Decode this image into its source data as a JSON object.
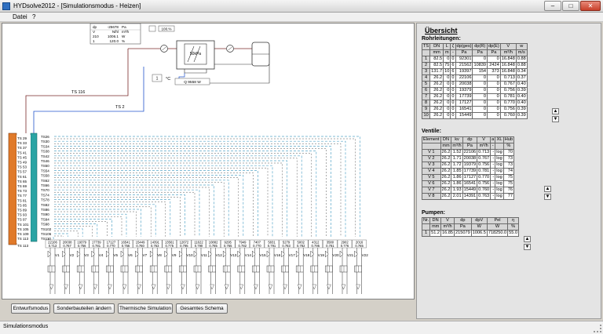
{
  "window": {
    "title": "HYDsolve2012 - [Simulationsmodus - Heizen]",
    "minimize": "–",
    "maximize": "□",
    "close": "✕"
  },
  "menu": {
    "datei": "Datei",
    "help": "?"
  },
  "app_icon": "hydsolve-app-icon",
  "diagram": {
    "pump_info": {
      "row1": [
        "dp",
        "-25678",
        "Pa"
      ],
      "row2": [
        "V",
        "N/hl",
        "m³/h"
      ],
      "row3": [
        "210",
        "1006.1",
        "W"
      ],
      "row4": [
        "1",
        "120.0",
        "%"
      ],
      "badge": "100.%"
    },
    "valve_label": "50kPa",
    "boiler_q": "Q  9558  W",
    "temp_ctrl": "1",
    "temp_unit": "°C",
    "ts_main": "TS 116",
    "ts_2": "TS 2",
    "ts_left": [
      "TS 29",
      "TS 33",
      "TS 37",
      "TS 41",
      "TS 45",
      "TS 49",
      "TS 53",
      "TS 57",
      "TS 61",
      "TS 65",
      "TS 69",
      "TS 73",
      "TS 77",
      "TS 81",
      "TS 85",
      "TS 89",
      "TS 93",
      "TS 97",
      "TS 101",
      "TS 105",
      "TS 109",
      "TS 113"
    ],
    "ts_branch": [
      "TS26",
      "TS30",
      "TS34",
      "TS38",
      "TS42",
      "TS46",
      "TS50",
      "TS54",
      "TS58",
      "TS62",
      "TS66",
      "TS70",
      "TS74",
      "TS78",
      "TS82",
      "TS86",
      "TS90",
      "TS94",
      "TS98",
      "TS102",
      "TS106",
      "TS110"
    ],
    "circuits": [
      {
        "id": "V1",
        "flow": "22106",
        "dp": "0.713"
      },
      {
        "id": "V2",
        "flow": "20038",
        "dp": "0.767"
      },
      {
        "id": "V3",
        "flow": "19379",
        "dp": "0.756"
      },
      {
        "id": "V4",
        "flow": "17739",
        "dp": "0.781"
      },
      {
        "id": "V5",
        "flow": "17127",
        "dp": "0.770"
      },
      {
        "id": "V6",
        "flow": "16541",
        "dp": "0.756"
      },
      {
        "id": "V7",
        "flow": "15449",
        "dp": "0.760"
      },
      {
        "id": "V8",
        "flow": "14391",
        "dp": "0.763"
      },
      {
        "id": "V9",
        "flow": "13561",
        "dp": "0.775"
      },
      {
        "id": "V10",
        "flow": "12672",
        "dp": "0.795"
      },
      {
        "id": "V11",
        "flow": "11622",
        "dp": "0.790"
      },
      {
        "id": "V12",
        "flow": "10882",
        "dp": "0.785"
      },
      {
        "id": "V13",
        "flow": "9295",
        "dp": "0.765"
      },
      {
        "id": "V14",
        "flow": "7949",
        "dp": "0.782"
      },
      {
        "id": "V15",
        "flow": "7407",
        "dp": "0.770"
      },
      {
        "id": "V16",
        "flow": "5831",
        "dp": "0.791"
      },
      {
        "id": "V17",
        "flow": "5279",
        "dp": "0.783"
      },
      {
        "id": "V18",
        "flow": "5002",
        "dp": "0.782"
      },
      {
        "id": "V19",
        "flow": "4312",
        "dp": "0.795"
      },
      {
        "id": "V20",
        "flow": "3580",
        "dp": "0.781"
      },
      {
        "id": "V21",
        "flow": "2902",
        "dp": "0.776"
      },
      {
        "id": "V22",
        "flow": "2016",
        "dp": "0.765"
      }
    ]
  },
  "overview": {
    "title": "Übersicht",
    "pipes": {
      "title": "Rohrleitungen:",
      "headers": [
        "TS",
        "DN",
        "L",
        "ζ",
        "dp(ges)",
        "dp(R)",
        "dp(E)",
        "V",
        "w"
      ],
      "units": [
        "",
        "mm",
        "m",
        "-",
        "Pa",
        "Pa",
        "Pa",
        "m³/h",
        "m/s"
      ],
      "rows": [
        [
          "1",
          "82.5",
          "0",
          "0",
          "92301",
          "0",
          "0",
          "16.848",
          "0.88"
        ],
        [
          "2",
          "82.5",
          "75",
          "6",
          "21562",
          "10839",
          "2424",
          "16.848",
          "0.88"
        ],
        [
          "3",
          "131.7",
          "10",
          "6",
          "19397",
          "154",
          "373",
          "16.848",
          "0.34"
        ],
        [
          "4",
          "26.2",
          "0",
          "0",
          "22106",
          "0",
          "0",
          "0.713",
          "0.37"
        ],
        [
          "5",
          "26.2",
          "0",
          "0",
          "20038",
          "0",
          "0",
          "0.767",
          "0.40"
        ],
        [
          "6",
          "26.2",
          "0",
          "0",
          "19379",
          "0",
          "0",
          "0.756",
          "0.39"
        ],
        [
          "7",
          "26.2",
          "0",
          "0",
          "17739",
          "0",
          "0",
          "0.781",
          "0.40"
        ],
        [
          "8",
          "26.2",
          "0",
          "0",
          "17127",
          "0",
          "0",
          "0.770",
          "0.40"
        ],
        [
          "9",
          "26.2",
          "0",
          "0",
          "16541",
          "0",
          "0",
          "0.756",
          "0.39"
        ],
        [
          "10",
          "26.2",
          "0",
          "0",
          "15449",
          "0",
          "0",
          "0.760",
          "0.39"
        ]
      ]
    },
    "valves": {
      "title": "Ventile:",
      "headers": [
        "Element",
        "DN",
        "kv",
        "dp",
        "V",
        "a",
        "XL",
        "Hub"
      ],
      "units": [
        "",
        "mm",
        "m³/h",
        "Pa",
        "m³/h",
        "-",
        "",
        "%"
      ],
      "rows": [
        [
          "V 1",
          "26.2",
          "1.52",
          "22106",
          "0.713",
          "-",
          "log",
          "70"
        ],
        [
          "V 2",
          "26.2",
          "1.71",
          "20038",
          "0.767",
          "-",
          "log",
          "73"
        ],
        [
          "V 3",
          "26.2",
          "1.72",
          "19379",
          "0.756",
          "-",
          "log",
          "73"
        ],
        [
          "V 4",
          "26.2",
          "1.85",
          "17739",
          "0.781",
          "-",
          "log",
          "74"
        ],
        [
          "V 5",
          "26.2",
          "1.86",
          "17127",
          "0.770",
          "-",
          "log",
          "75"
        ],
        [
          "V 6",
          "26.2",
          "1.86",
          "16541",
          "0.756",
          "-",
          "log",
          "75"
        ],
        [
          "V 7",
          "26.2",
          "1.93",
          "15449",
          "0.760",
          "-",
          "log",
          "76"
        ],
        [
          "V 8",
          "26.2",
          "2.01",
          "14391",
          "0.763",
          "-",
          "log",
          "77"
        ]
      ]
    },
    "pumps": {
      "title": "Pumpen:",
      "headers": [
        "Nr.",
        "DN",
        "V",
        "dp",
        "dpV",
        "Pel",
        "η"
      ],
      "units": [
        "",
        "mm",
        "m³/h",
        "Pa",
        "W",
        "W",
        "%"
      ],
      "rows": [
        [
          "1",
          "51.2",
          "16.85",
          "215079",
          "1006.5",
          "718250.0",
          "55.0"
        ]
      ]
    }
  },
  "buttons": {
    "entwurf": "Entwurfsmodus",
    "sonder": "Sonderbauteilen ändern",
    "thermisch": "Thermische Simulation",
    "schema": "Gesamtes Schema"
  },
  "status": "Simulationsmodus",
  "colors": {
    "supply": "#cc2222",
    "return": "#2255cc",
    "manifold_supply": "#e07a2a",
    "manifold_return": "#2aa4a4",
    "dashed": "#5aa7c9"
  }
}
